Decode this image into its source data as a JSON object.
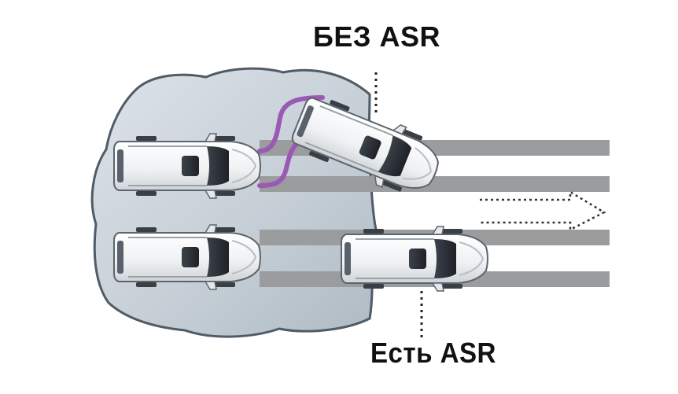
{
  "labels": {
    "without": "БЕЗ ASR",
    "with": "Есть ASR"
  },
  "scene": {
    "lanes": 4,
    "cars": [
      {
        "id": "car-upper-start",
        "caption": "without"
      },
      {
        "id": "car-upper-skidding",
        "caption": "without"
      },
      {
        "id": "car-lower-start",
        "caption": "with"
      },
      {
        "id": "car-lower-moving",
        "caption": "with"
      }
    ],
    "slip_path": "purple wavy trajectory",
    "direction": "forward",
    "surface": "icy patch"
  },
  "colors": {
    "ice": "#c9d2da",
    "ice_edge": "#4c5863",
    "road": "#9a9c9e",
    "lane_gap": "#e8eaec",
    "car_body": "#f4f5f6",
    "car_shade": "#d7dadd",
    "glass": "#2b3036",
    "slip_path": "#9b59b6",
    "arrow": "#333333",
    "text": "#111111"
  }
}
